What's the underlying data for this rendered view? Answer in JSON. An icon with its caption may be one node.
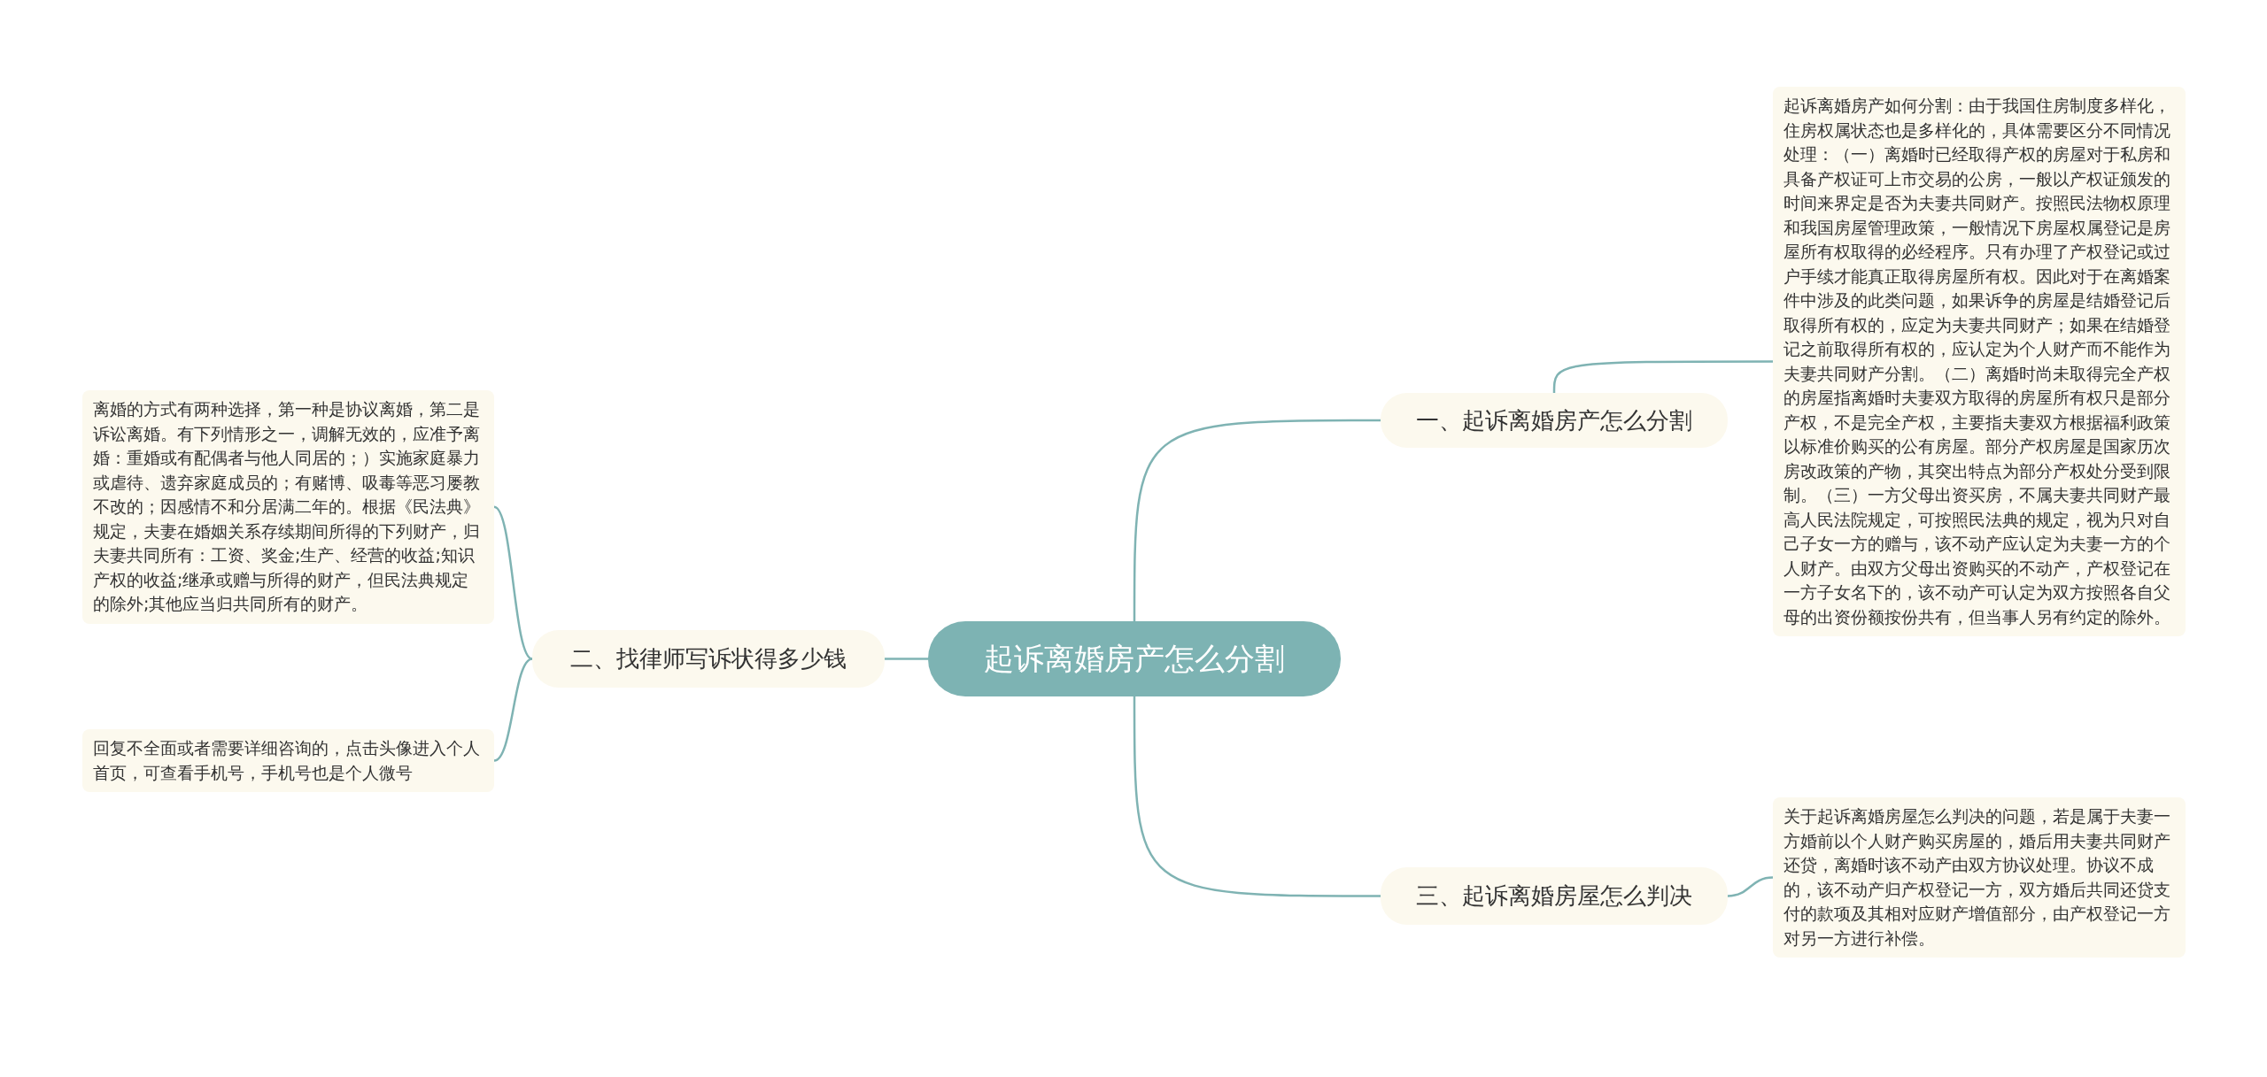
{
  "diagram": {
    "nodes": [
      {
        "text": [
          "起诉离婚房产怎么分割"
        ]
      },
      {
        "text": [
          "一、起诉离婚房产怎么分割"
        ]
      },
      {
        "text": [
          "起诉离婚房产如何分割：由于我国住房制度多样化，住房权属状态也是多样化的，具体需要区分不同情况处理：（一）离婚时已经取得产权的房屋对于私房和具备产权证可上市交易的公房，一般以产权证颁发的时间来界定是否为夫妻共同财产。按照民法物权原理和我国房屋管理政策，一般情况下房屋权属登记是房屋所有权取得的必经程序。只有办理了产权登记或过户手续才能真正取得房屋所有权。因此对于在离婚案件中涉及的此类问题，如果诉争的房屋是结婚登记后取得所有权的，应定为夫妻共同财产；如果在结婚登记之前取得所有权的，应认定为个人财产而不能作为夫妻共同财产分割。（二）离婚时尚未取得完全产权的房屋指离婚时夫妻双方取得的房屋所有权只是部分产权，不是完全产权，主要指夫妻双方根据福利政策以标准价购买的公有房屋。部分产权房屋是国家历次房改政策的产物，其突出特点为部分产权处分受到限制。（三）一方父母出资买房，不属夫妻共同财产最高人民法院规定，可按照民法典的规定，视为只对自己子女一方的赠与，该不动产应认定为夫妻一方的个人财产。由双方父母出资购买的不动产，产权登记在一方子女名下的，该不动产可认定为双方按照各自父母的出资份额按份共有，但当事人另有约定的除外。"
        ]
      },
      {
        "text": [
          "二、找律师写诉状得多少钱"
        ]
      },
      {
        "text": [
          "离婚的方式有两种选择，第一种是协议离婚，第二是诉讼离婚。有下列情形之一，调解无效的，应准予离婚：重婚或有配偶者与他人同居的；）实施家庭暴力或虐待、遗弃家庭成员的；有赌博、吸毒等恶习屡教不改的；因感情不和分居满二年的。根据《民法典》规定，夫妻在婚姻关系存续期间所得的下列财产，归夫妻共同所有：工资、奖金;生产、经营的收益;知识产权的收益;继承或赠与所得的财产，但民法典规定的除外;其他应当归共同所有的财产。"
        ]
      },
      {
        "text": [
          "回复不全面或者需要详细咨询的，点击头像进入个人首页，可查看手机号，手机号也是个人微号"
        ]
      },
      {
        "text": [
          "三、起诉离婚房屋怎么判决"
        ]
      },
      {
        "text": [
          "关于起诉离婚房屋怎么判决的问题，若是属于夫妻一方婚前以个人财产购买房屋的，婚后用夫妻共同财产还贷，离婚时该不动产由双方协议处理。协议不成的，该不动产归产权登记一方，双方婚后共同还贷支付的款项及其相对应财产增值部分，由产权登记一方对另一方进行补偿。"
        ]
      }
    ],
    "edges": [
      {
        "from": 0,
        "to": 1,
        "arrow": "none"
      },
      {
        "from": 0,
        "to": 3,
        "arrow": "none"
      },
      {
        "from": 0,
        "to": 6,
        "arrow": "none"
      },
      {
        "from": 1,
        "to": 2,
        "arrow": "none"
      },
      {
        "from": 3,
        "to": 4,
        "arrow": "none"
      },
      {
        "from": 3,
        "to": 5,
        "arrow": "none"
      },
      {
        "from": 6,
        "to": 7,
        "arrow": "none"
      }
    ]
  }
}
